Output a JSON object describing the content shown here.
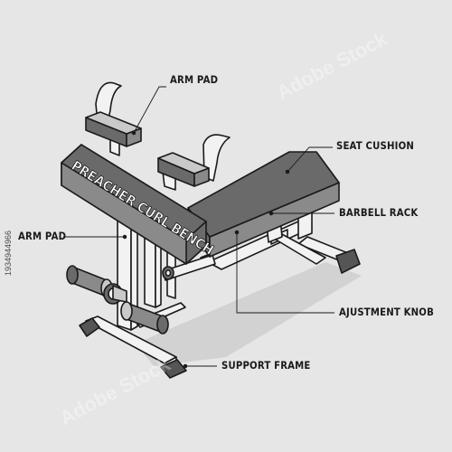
{
  "labels": {
    "arm_pad_top": "ARM PAD",
    "seat_cushion": "SEAT CUSHION",
    "barbell_rack": "BARBELL RACK",
    "arm_pad_left": "ARM PAD",
    "adjustment_knob": "AJUSTMENT KNOB",
    "support_frame": "SUPPORT FRAME"
  },
  "bench_text": "PREACHER CURL BENCH",
  "stock_id": "1934944966",
  "stock_watermark": "Adobe Stock",
  "colors": {
    "background": "#e6e6e6",
    "frame_light": "#f2f2f2",
    "pad_dark": "#6a6a6a",
    "pad_mid": "#8a8a8a",
    "pad_light": "#c9c9c9",
    "outline": "#1a1a1a",
    "foot": "#555555",
    "shadow": "#d2d2d2"
  }
}
